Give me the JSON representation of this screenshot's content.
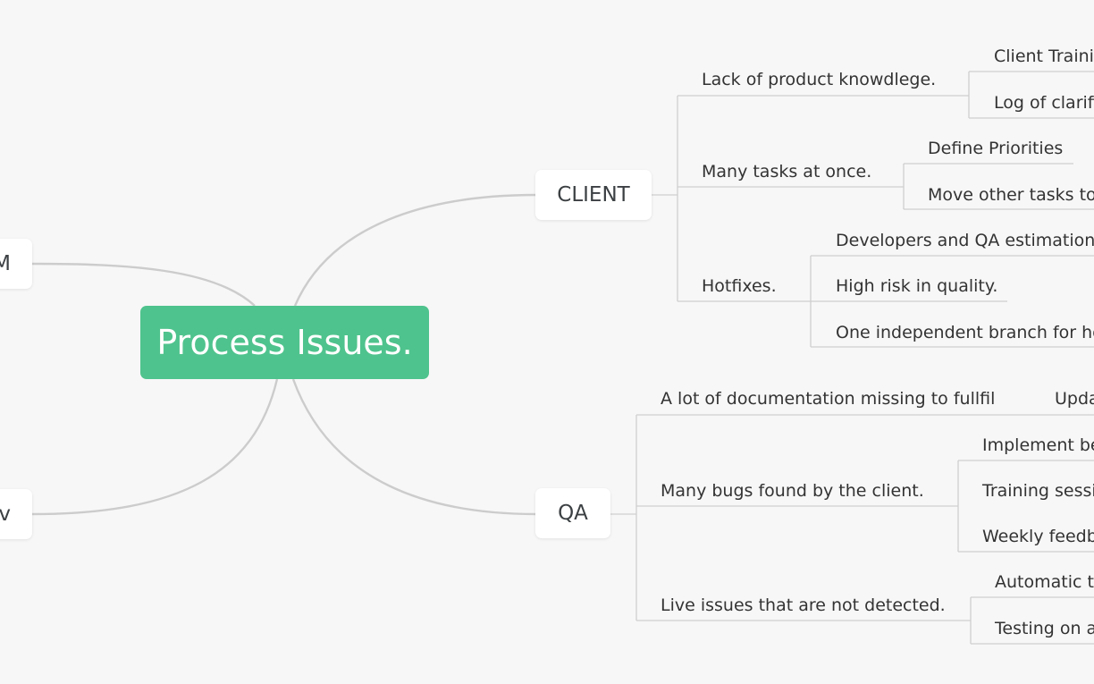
{
  "map": {
    "central": "Process Issues.",
    "left_topics": [
      "M",
      "v"
    ],
    "client": {
      "label": "CLIENT",
      "items": [
        {
          "label": "Lack of product knowdlege.",
          "children": [
            "Client Trainin",
            "Log of clarifi"
          ]
        },
        {
          "label": "Many tasks at once.",
          "children": [
            "Define Priorities",
            "Move other tasks to"
          ]
        },
        {
          "label": "Hotfixes.",
          "children": [
            "Developers and QA estimation.",
            "High risk in quality.",
            "One independent branch for ho"
          ]
        }
      ]
    },
    "qa": {
      "label": "QA",
      "items": [
        {
          "label": "A lot of documentation missing to fullfil",
          "children": [
            "Upda"
          ]
        },
        {
          "label": "Many bugs found by the client.",
          "children": [
            "Implement be",
            "Training sessi",
            "Weekly feedb"
          ]
        },
        {
          "label": "Live issues that are not detected.",
          "children": [
            "Automatic t",
            "Testing on a"
          ]
        }
      ]
    }
  }
}
